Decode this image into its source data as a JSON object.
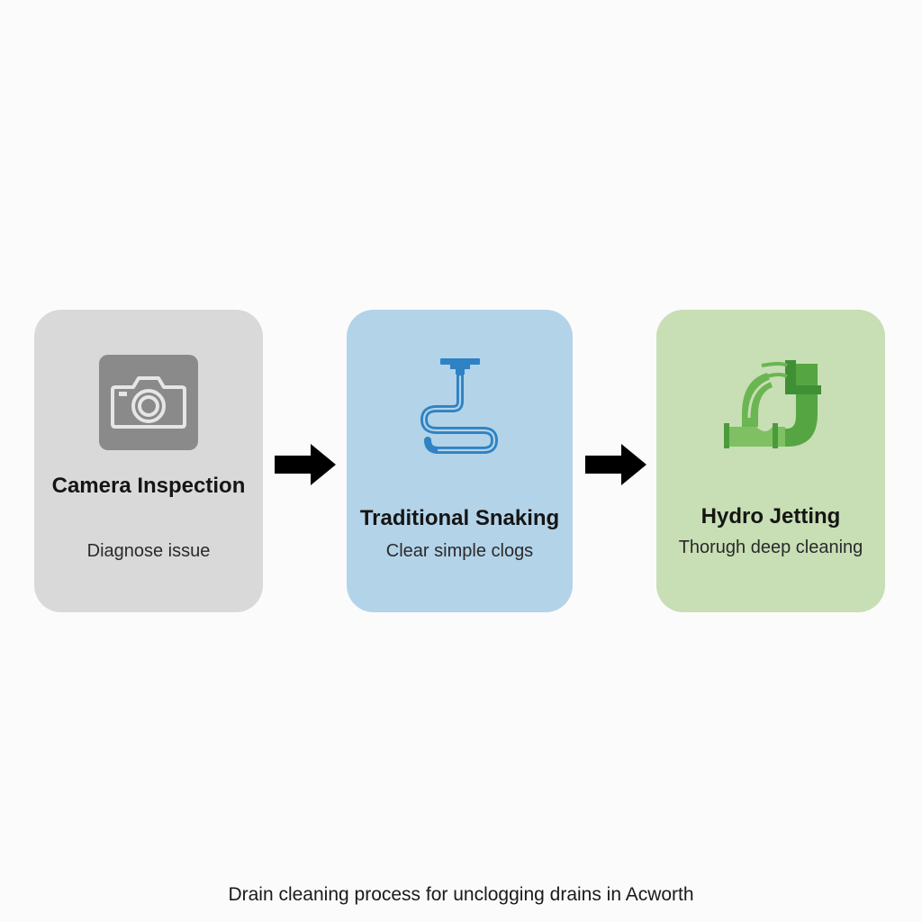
{
  "steps": [
    {
      "title": "Camera Inspection",
      "description": "Diagnose issue",
      "icon": "camera-icon",
      "color": "#d9d9d9"
    },
    {
      "title": "Traditional Snaking",
      "description": "Clear simple clogs",
      "icon": "drain-snake-icon",
      "color": "#b3d3e8"
    },
    {
      "title": "Hydro Jetting",
      "description": "Thorugh deep cleaning",
      "icon": "pipe-jetting-icon",
      "color": "#c8deb4"
    }
  ],
  "arrow_icon": "right-arrow-icon",
  "caption": "Drain cleaning process for unclogging drains in Acworth"
}
